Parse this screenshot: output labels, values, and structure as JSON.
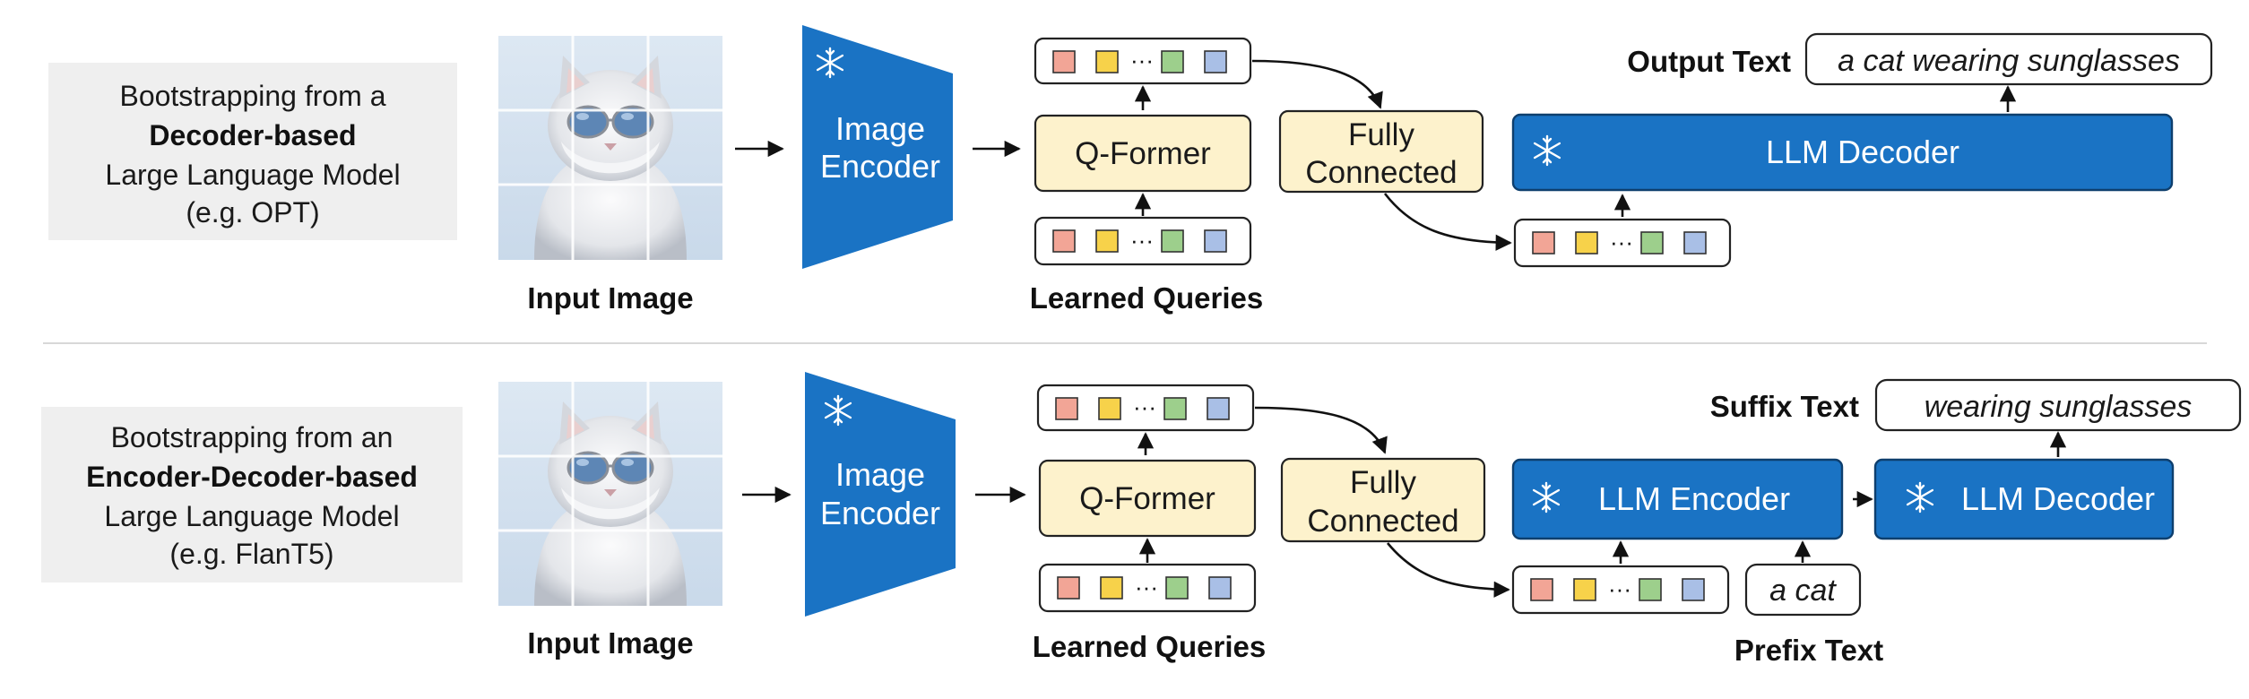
{
  "colors": {
    "encoder_blue": "#1a73c4",
    "qformer_yellow": "#fdf2cc",
    "token_red": "#f2a596",
    "token_yellow": "#f7d24a",
    "token_green": "#9dcf8c",
    "token_blue": "#a9bfe6",
    "description_bg": "#efefef"
  },
  "icons": [
    "snowflake-icon",
    "cat-photo",
    "arrow-icon"
  ],
  "top": {
    "description": {
      "line1": "Bootstrapping from a",
      "line2": "Decoder-based",
      "line3": "Large Language Model",
      "line4": "(e.g. OPT)"
    },
    "input_caption": "Input Image",
    "image_encoder": {
      "line1": "Image",
      "line2": "Encoder"
    },
    "qformer": "Q-Former",
    "queries_caption": "Learned Queries",
    "fully_connected": {
      "line1": "Fully",
      "line2": "Connected"
    },
    "llm_decoder": "LLM Decoder",
    "output_label": "Output Text",
    "output_text": "a cat wearing sunglasses"
  },
  "bottom": {
    "description": {
      "line1": "Bootstrapping from an",
      "line2": "Encoder-Decoder-based",
      "line3": "Large Language Model",
      "line4": "(e.g. FlanT5)"
    },
    "input_caption": "Input Image",
    "image_encoder": {
      "line1": "Image",
      "line2": "Encoder"
    },
    "qformer": "Q-Former",
    "queries_caption": "Learned Queries",
    "fully_connected": {
      "line1": "Fully",
      "line2": "Connected"
    },
    "llm_encoder": "LLM Encoder",
    "llm_decoder": "LLM Decoder",
    "suffix_label": "Suffix Text",
    "suffix_text": "wearing sunglasses",
    "prefix_text": "a cat",
    "prefix_label": "Prefix Text"
  },
  "token_dots": "···"
}
